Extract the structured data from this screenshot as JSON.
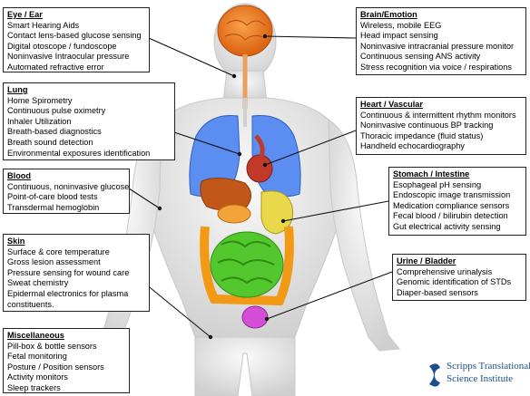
{
  "boxes": {
    "eye": {
      "heading": "Eye / Ear",
      "items": [
        "Smart Hearing Aids",
        "Contact lens-based glucose sensing",
        "Digital otoscope / fundoscope",
        "Noninvasive Intraocular pressure",
        "Automated refractive error"
      ]
    },
    "lung": {
      "heading": "Lung",
      "items": [
        "Home Spirometry",
        "Continuous pulse oximetry",
        "Inhaler Utilization",
        "Breath-based diagnostics",
        "Breath sound detection",
        "Environmental exposures  identification"
      ]
    },
    "blood": {
      "heading": "Blood",
      "items": [
        "Continuous, noninvasive glucose",
        "Point-of-care blood tests",
        "Transdermal hemoglobin"
      ]
    },
    "skin": {
      "heading": "Skin",
      "items": [
        "Surface & core temperature",
        "Gross lesion assessment",
        "Pressure sensing for wound care",
        "Sweat chemistry",
        "Epidermal electronics for plasma",
        "constituents."
      ]
    },
    "misc": {
      "heading": "Miscellaneous",
      "items": [
        "Pill-box & bottle sensors",
        "Fetal monitoring",
        "Posture / Position sensors",
        "Activity monitors",
        "Sleep trackers"
      ]
    },
    "brain": {
      "heading": "Brain/Emotion",
      "items": [
        "Wireless, mobile EEG",
        "Head impact sensing",
        "Noninvasive intracranial pressure monitor",
        "Continuous sensing ANS activity",
        "Stress recognition via voice / respirations"
      ]
    },
    "heart": {
      "heading": "Heart / Vascular",
      "items": [
        "Continuous & intermittent rhythm monitors",
        "Noninvasive continuous BP tracking",
        "Thoracic impedance (fluid status)",
        "Handheld echocardiography"
      ]
    },
    "stomach": {
      "heading": "Stomach / Intestine",
      "items": [
        "Esophageal pH sensing",
        "Endoscopic image transmission",
        "Medication compliance sensors",
        "Fecal blood / bilirubin detection",
        "Gut electrical activity sensing"
      ]
    },
    "urine": {
      "heading": "Urine / Bladder",
      "items": [
        "Comprehensive urinalysis",
        "Genomic identification of STDs",
        "Diaper-based sensors"
      ]
    }
  },
  "logo": {
    "line1": "Scripps Translational",
    "line2": "Science Institute"
  },
  "colors": {
    "skin": "#e4e4e4",
    "brain": "#f07a1e",
    "lungs": "#5b8ef0",
    "heart": "#c0392b",
    "liver": "#c2571a",
    "stomach": "#e8d84a",
    "intestine": "#53c72e",
    "colon": "#f29a16",
    "bladder": "#d44fd6",
    "logo": "#1b4f8a"
  }
}
